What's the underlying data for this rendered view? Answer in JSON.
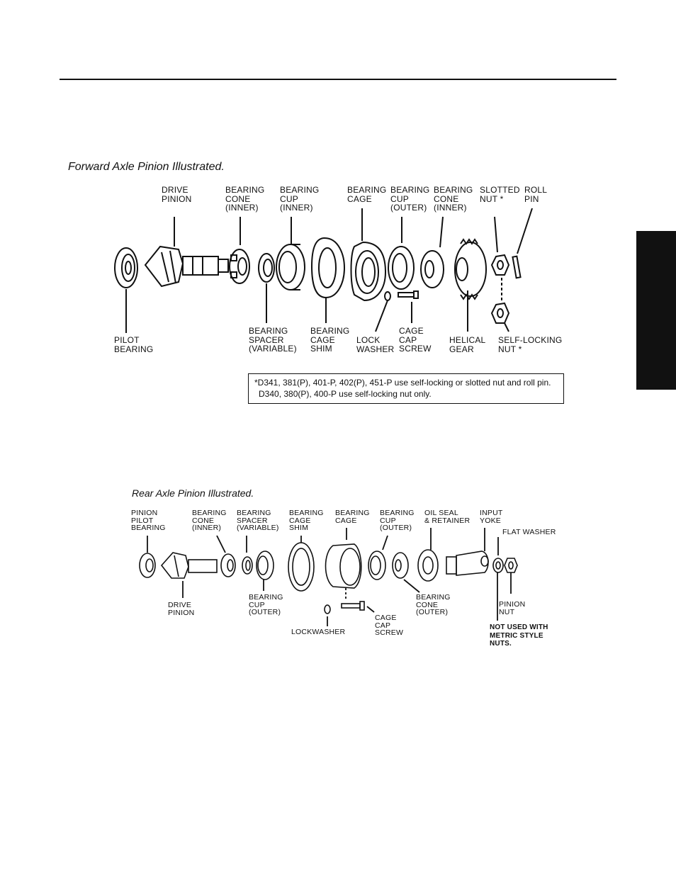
{
  "forward": {
    "caption": "Forward Axle Pinion Illustrated.",
    "labels": {
      "drive_pinion": "DRIVE\nPINION",
      "bearing_cone_inner": "BEARING\nCONE\n(INNER)",
      "bearing_cup_inner": "BEARING\nCUP\n(INNER)",
      "bearing_cage": "BEARING\nCAGE",
      "bearing_cup_outer": "BEARING\nCUP\n(OUTER)",
      "bearing_cone_inner2": "BEARING\nCONE\n(INNER)",
      "slotted_nut": "SLOTTED\nNUT *",
      "roll_pin": "ROLL\nPIN",
      "pilot_bearing": "PILOT\nBEARING",
      "bearing_spacer": "BEARING\nSPACER\n(VARIABLE)",
      "bearing_cage_shim": "BEARING\nCAGE\nSHIM",
      "lock_washer": "LOCK\nWASHER",
      "cage_cap_screw": "CAGE\nCAP\nSCREW",
      "helical_gear": "HELICAL\nGEAR",
      "self_locking_nut": "SELF-LOCKING\nNUT *"
    },
    "note_line1": "*D341, 381(P), 401-P, 402(P), 451-P use self-locking or slotted nut and roll pin.",
    "note_line2": "D340, 380(P), 400-P use self-locking nut only."
  },
  "rear": {
    "caption": "Rear Axle Pinion Illustrated.",
    "labels": {
      "pinion_pilot_bearing": "PINION\nPILOT\nBEARING",
      "bearing_cone_inner": "BEARING\nCONE\n(INNER)",
      "bearing_spacer": "BEARING\nSPACER\n(VARIABLE)",
      "bearing_cage_shim": "BEARING\nCAGE\nSHIM",
      "bearing_cage": "BEARING\nCAGE",
      "bearing_cup_outer_top": "BEARING\nCUP\n(OUTER)",
      "oil_seal": "OIL SEAL\n& RETAINER",
      "input_yoke": "INPUT\nYOKE",
      "flat_washer": "FLAT WASHER",
      "drive_pinion": "DRIVE\nPINION",
      "bearing_cup_outer_bottom": "BEARING\nCUP\n(OUTER)",
      "lockwasher": "LOCKWASHER",
      "cage_cap_screw": "CAGE\nCAP\nSCREW",
      "bearing_cone_outer": "BEARING\nCONE\n(OUTER)",
      "pinion_nut": "PINION\nNUT",
      "not_used": "NOT USED WITH\nMETRIC STYLE\nNUTS."
    }
  }
}
